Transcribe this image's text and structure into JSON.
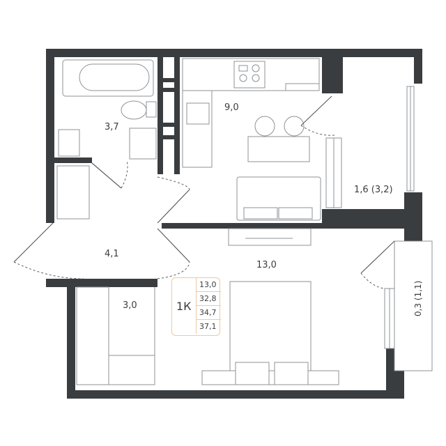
{
  "rooms": {
    "bathroom": "3,7",
    "kitchen": "9,0",
    "balcony_main": "1,6 (3,2)",
    "hall": "4,1",
    "bedroom": "13,0",
    "wardrobe": "3,0",
    "balcony_side": "0,3 (1,1)"
  },
  "summary": {
    "type": "1К",
    "values": [
      "13,0",
      "32,8",
      "34,7",
      "37,1"
    ]
  },
  "colors": {
    "walls": "#3a3d40",
    "accent": "#f0c8a0"
  }
}
